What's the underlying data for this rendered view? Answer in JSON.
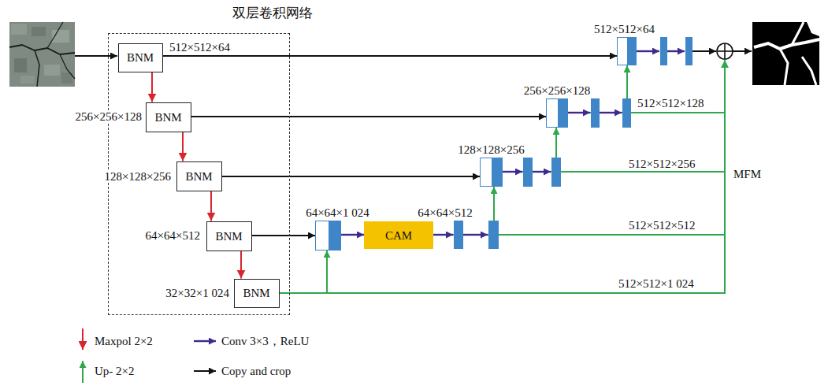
{
  "diagram": {
    "nodes": [
      {
        "text": [
          "双层卷积网络"
        ]
      },
      {
        "text": [
          "BNM"
        ],
        "in": 0
      },
      {
        "text": [
          "BNM"
        ],
        "in": 0
      },
      {
        "text": [
          "BNM"
        ],
        "in": 0
      },
      {
        "text": [
          "BNM"
        ],
        "in": 0
      },
      {
        "text": [
          "BNM"
        ],
        "in": 0
      },
      {
        "text": [
          "64×64×1 024"
        ]
      },
      {
        "text": [
          "CAM"
        ]
      },
      {
        "text": [
          "128×128×256"
        ]
      },
      {
        "text": [
          "256×256×128"
        ]
      },
      {
        "text": [
          "512×512×64"
        ]
      }
    ],
    "edges": [
      {
        "from": 1,
        "to": 2,
        "arrow": "to"
      },
      {
        "from": 2,
        "to": 3,
        "arrow": "to"
      },
      {
        "from": 3,
        "to": 4,
        "arrow": "to"
      },
      {
        "from": 4,
        "to": 5,
        "arrow": "to"
      },
      {
        "from": 1,
        "to": 10,
        "arrow": "to"
      },
      {
        "from": 2,
        "to": 9,
        "arrow": "to"
      },
      {
        "from": 3,
        "to": 8,
        "arrow": "to"
      },
      {
        "from": 4,
        "to": 6,
        "arrow": "to"
      },
      {
        "from": 5,
        "to": 6,
        "arrow": "to"
      },
      {
        "from": 6,
        "to": 7,
        "arrow": "to"
      },
      {
        "from": 7,
        "to": 8,
        "arrow": "to"
      },
      {
        "from": 8,
        "to": 9,
        "arrow": "to"
      },
      {
        "from": 9,
        "to": 10,
        "arrow": "to"
      }
    ],
    "labels": [
      "512×512×64",
      "256×256×128",
      "128×128×256",
      "64×64×512",
      "32×32×1 024",
      "64×64×512",
      "512×512×128",
      "512×512×256",
      "512×512×512",
      "512×512×1 024",
      "MFM"
    ],
    "legend": [
      {
        "text": "Maxpol 2×2"
      },
      {
        "text": "Conv 3×3，ReLU"
      },
      {
        "text": "Up- 2×2"
      },
      {
        "text": "Copy and crop"
      }
    ]
  }
}
